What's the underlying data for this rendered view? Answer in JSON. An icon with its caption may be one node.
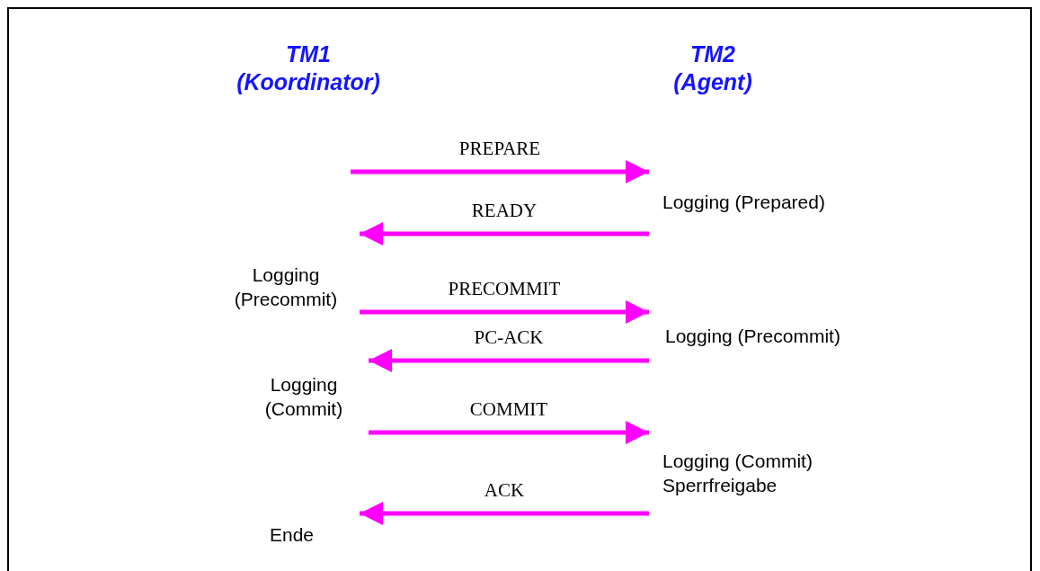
{
  "diagram": {
    "nodes": [
      {
        "text": [
          "Logging (Prepared)"
        ]
      },
      {
        "text": [
          "Logging (Precommit)"
        ]
      },
      {
        "text": [
          "Logging (Precommit)"
        ]
      },
      {
        "text": [
          "Logging (Commit)"
        ]
      },
      {
        "text": [
          "Logging (Commit)",
          "Sperrfreigabe"
        ]
      }
    ],
    "edges": [
      {
        "from": null,
        "to": 0,
        "arrow": "to",
        "label": "PREPARE"
      },
      {
        "from": 0,
        "to": 1,
        "arrow": "to",
        "label": "READY"
      },
      {
        "from": 1,
        "to": 2,
        "arrow": "to",
        "label": "PRECOMMIT"
      },
      {
        "from": 2,
        "to": 3,
        "arrow": "to",
        "label": "PC-ACK"
      },
      {
        "from": 3,
        "to": 4,
        "arrow": "to",
        "label": "COMMIT"
      },
      {
        "from": 4,
        "to": null,
        "arrow": "to",
        "label": "ACK"
      }
    ],
    "labels": [
      "TM1 (Koordinator)",
      "TM2 (Agent)",
      "Ende"
    ]
  }
}
